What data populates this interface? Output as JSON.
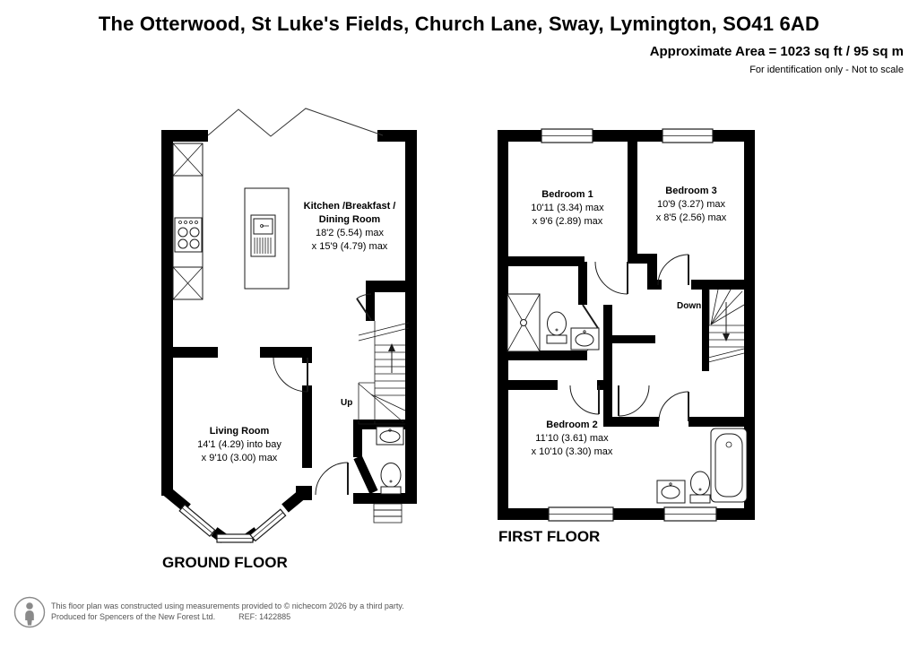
{
  "header": {
    "title": "The Otterwood, St Luke's Fields, Church Lane, Sway, Lymington, SO41 6AD",
    "area": "Approximate Area = 1023 sq ft / 95 sq m",
    "disclaimer": "For identification only - Not to scale"
  },
  "floors": {
    "ground": {
      "label": "GROUND FLOOR",
      "stairs_label": "Up",
      "rooms": {
        "kitchen": {
          "name_line1": "Kitchen /Breakfast /",
          "name_line2": "Dining Room",
          "dim1": "18'2 (5.54) max",
          "dim2": "x 15'9 (4.79) max"
        },
        "living": {
          "name": "Living Room",
          "dim1": "14'1 (4.29) into bay",
          "dim2": "x 9'10 (3.00) max"
        }
      }
    },
    "first": {
      "label": "FIRST FLOOR",
      "stairs_label": "Down",
      "rooms": {
        "bedroom1": {
          "name": "Bedroom 1",
          "dim1": "10'11 (3.34) max",
          "dim2": "x 9'6 (2.89) max"
        },
        "bedroom2": {
          "name": "Bedroom 2",
          "dim1": "11'10 (3.61) max",
          "dim2": "x 10'10 (3.30) max"
        },
        "bedroom3": {
          "name": "Bedroom 3",
          "dim1": "10'9 (3.27) max",
          "dim2": "x 8'5 (2.56) max"
        }
      }
    }
  },
  "footer": {
    "line1": "This floor plan was constructed using measurements provided to © nichecom 2026 by a third party.",
    "line2": "Produced for Spencers of the New Forest Ltd.",
    "ref": "REF: 1422885"
  },
  "colors": {
    "wall-color": "#000000",
    "line-color": "#1a1a1a",
    "text-color": "#000000",
    "footer-color": "#555555",
    "icon-color": "#8a8a8a"
  }
}
